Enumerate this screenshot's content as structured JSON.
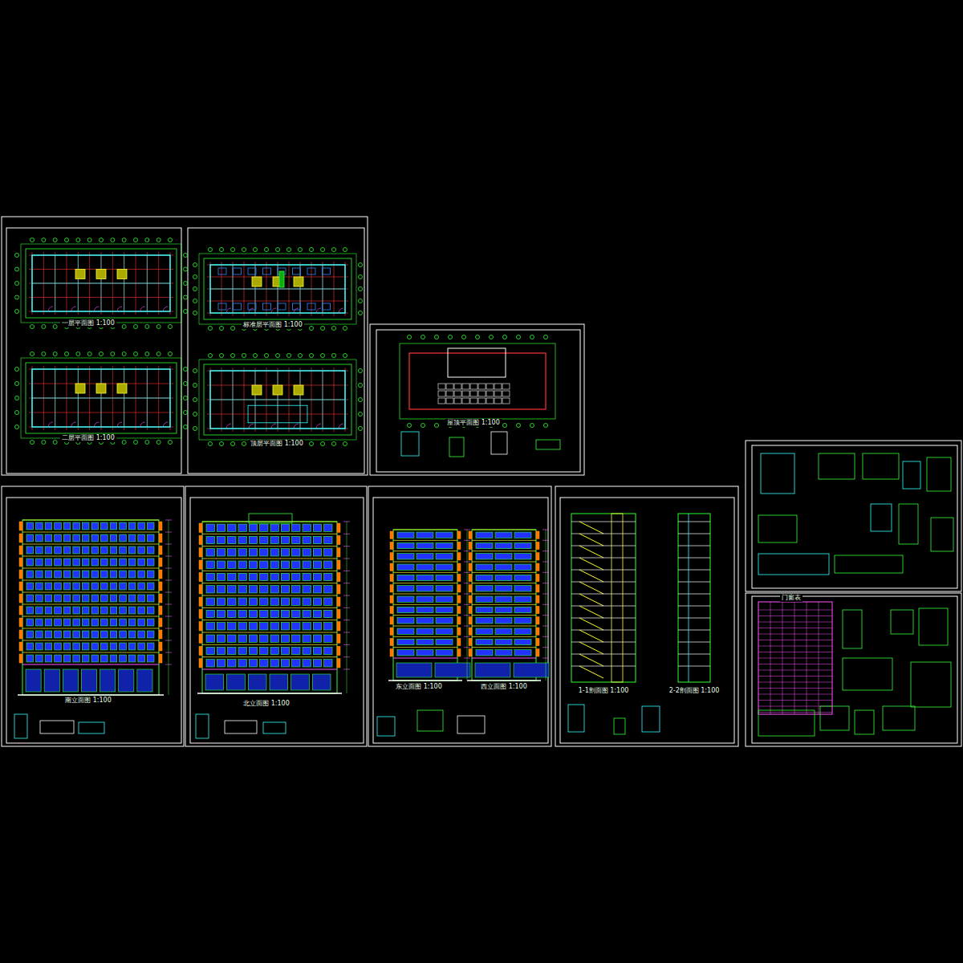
{
  "diagram": {
    "labels": [
      "一层平面图 1:100",
      "二层平面图 1:100",
      "标准层平面图 1:100",
      "顶层平面图 1:100",
      "屋顶平面图 1:100",
      "南立面图 1:100",
      "北立面图 1:100",
      "东立面图 1:100",
      "西立面图 1:100",
      "1-1剖面图 1:100",
      "2-2剖面图 1:100",
      "门窗表"
    ]
  }
}
